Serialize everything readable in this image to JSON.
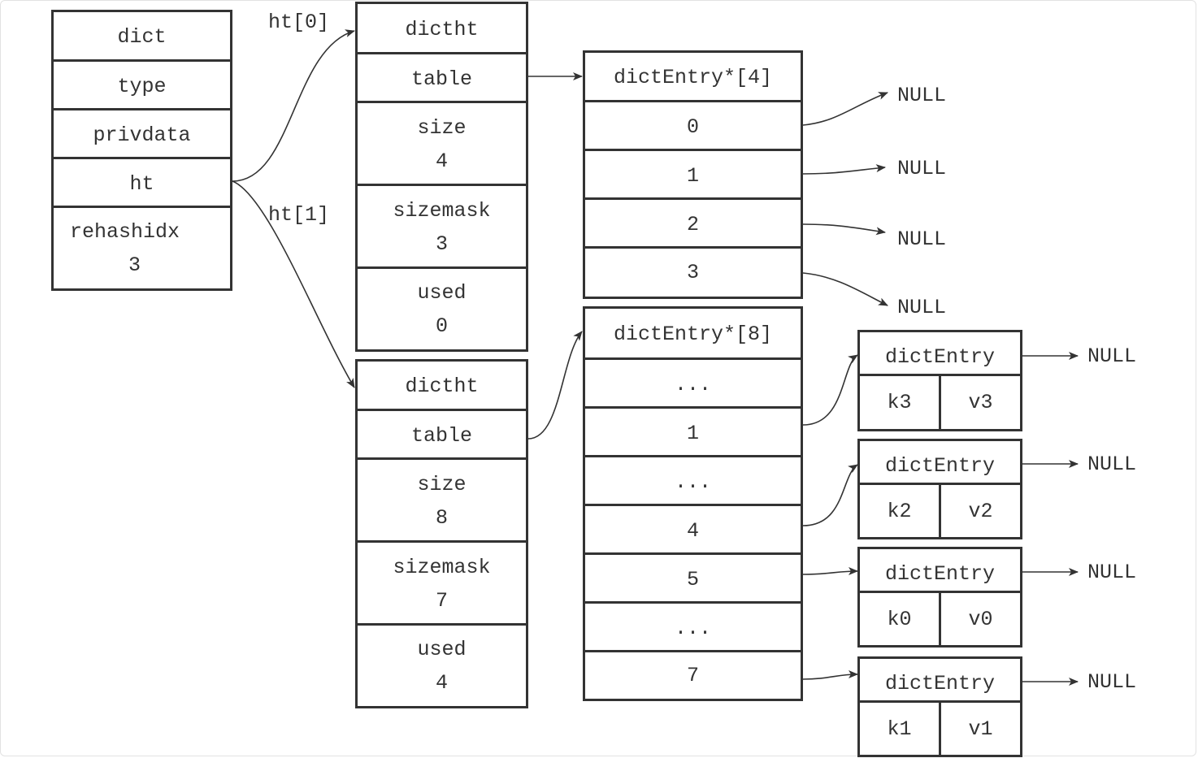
{
  "colors": {
    "line": "#333333",
    "background": "#ffffff"
  },
  "dict": {
    "title": "dict",
    "type": "type",
    "privdata": "privdata",
    "ht": "ht",
    "rehashidx_label": "rehashidx",
    "rehashidx_value": "3"
  },
  "edge_labels": {
    "ht0": "ht[0]",
    "ht1": "ht[1]"
  },
  "ht0": {
    "title": "dictht",
    "table": "table",
    "size_label": "size",
    "size_value": "4",
    "sizemask_label": "sizemask",
    "sizemask_value": "3",
    "used_label": "used",
    "used_value": "0"
  },
  "ht1": {
    "title": "dictht",
    "table": "table",
    "size_label": "size",
    "size_value": "8",
    "sizemask_label": "sizemask",
    "sizemask_value": "7",
    "used_label": "used",
    "used_value": "4"
  },
  "table0": {
    "title": "dictEntry*[4]",
    "slots": [
      "0",
      "1",
      "2",
      "3"
    ]
  },
  "table1": {
    "title": "dictEntry*[8]",
    "slots": [
      "...",
      "1",
      "...",
      "4",
      "5",
      "...",
      "7"
    ]
  },
  "null_label": "NULL",
  "entries": [
    {
      "title": "dictEntry",
      "key": "k3",
      "value": "v3"
    },
    {
      "title": "dictEntry",
      "key": "k2",
      "value": "v2"
    },
    {
      "title": "dictEntry",
      "key": "k0",
      "value": "v0"
    },
    {
      "title": "dictEntry",
      "key": "k1",
      "value": "v1"
    }
  ]
}
